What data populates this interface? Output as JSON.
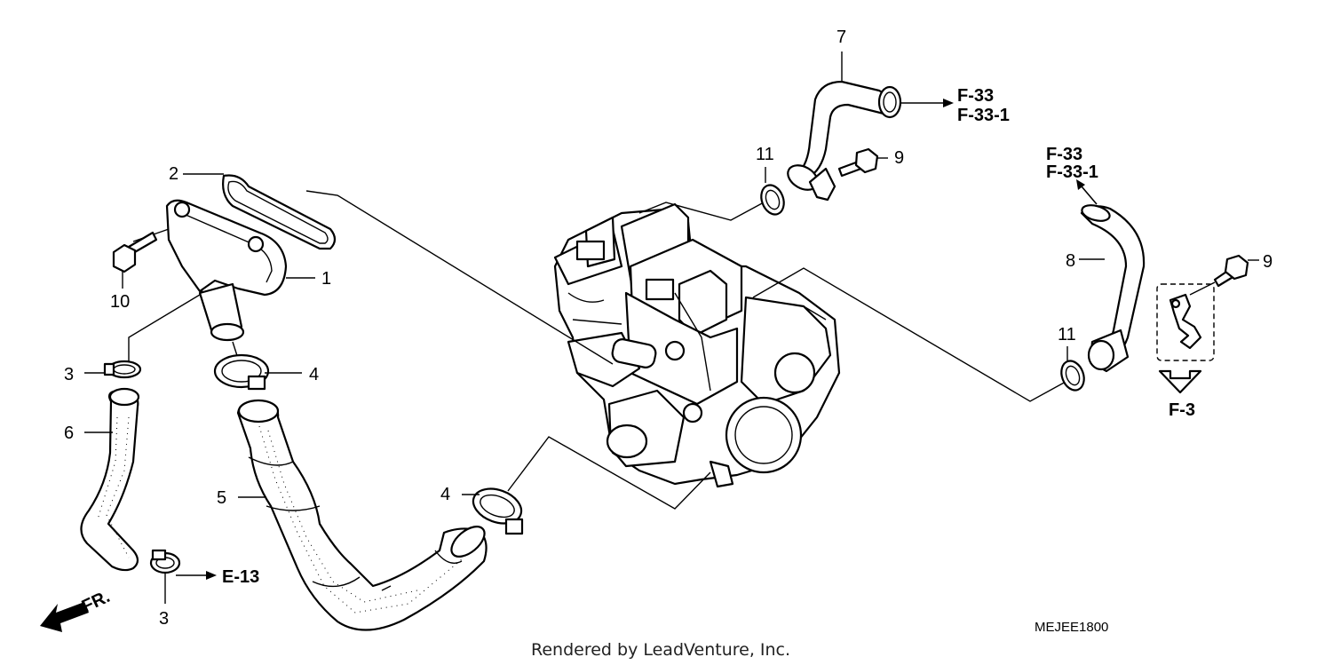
{
  "callouts": {
    "c1": "1",
    "c2": "2",
    "c3a": "3",
    "c3b": "3",
    "c4a": "4",
    "c4b": "4",
    "c5": "5",
    "c6": "6",
    "c7": "7",
    "c8": "8",
    "c9a": "9",
    "c9b": "9",
    "c10": "10",
    "c11a": "11",
    "c11b": "11"
  },
  "refs": {
    "f33_top": "F-33",
    "f331_top": "F-33-1",
    "f33_right": "F-33",
    "f331_right": "F-33-1",
    "f3": "F-3",
    "e13": "E-13",
    "fr": "FR."
  },
  "diagram_code": "MEJEE1800",
  "credit": "Rendered by LeadVenture, Inc."
}
